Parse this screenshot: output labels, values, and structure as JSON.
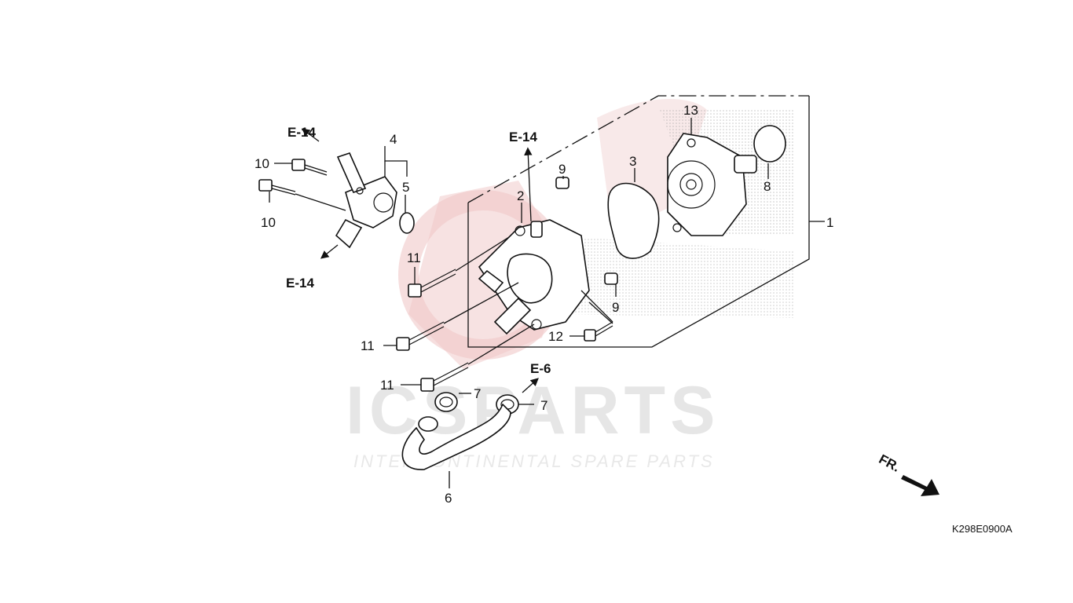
{
  "diagram": {
    "code": "K298E0900A",
    "direction_label": "FR.",
    "watermark": {
      "logo_text": "ICSPARTS",
      "tagline": "INTERCONTINENTAL SPARE PARTS"
    },
    "refs": {
      "e14_top_left": "E-14",
      "e14_bottom_left": "E-14",
      "e14_center": "E-14",
      "e6": "E-6"
    },
    "callouts": {
      "c1": "1",
      "c2": "2",
      "c3": "3",
      "c4": "4",
      "c5": "5",
      "c6": "6",
      "c7a": "7",
      "c7b": "7",
      "c8": "8",
      "c9a": "9",
      "c9b": "9",
      "c10a": "10",
      "c10b": "10",
      "c11a": "11",
      "c11b": "11",
      "c11c": "11",
      "c12": "12",
      "c13": "13"
    },
    "colors": {
      "watermark_red": "#e8b0b0",
      "line": "#111111"
    }
  }
}
